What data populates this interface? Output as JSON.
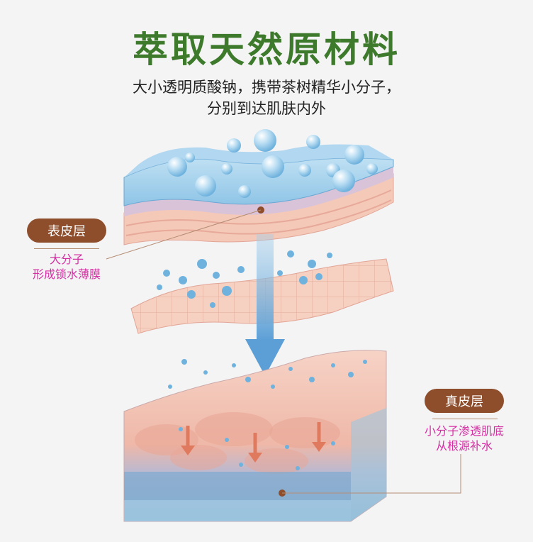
{
  "title": "萃取天然原材料",
  "subtitle": {
    "line1": "大小透明质酸钠，携带茶树精华小分子，",
    "line2": "分别到达肌肤内外"
  },
  "epidermis": {
    "label": "表皮层",
    "note_line1": "大分子",
    "note_line2": "形成锁水薄膜"
  },
  "dermis": {
    "label": "真皮层",
    "note_line1": "小分子渗透肌底",
    "note_line2": "从根源补水"
  },
  "colors": {
    "title_green": "#3d7a2b",
    "label_brown": "#8e4e2c",
    "note_pink": "#d52ea3",
    "water_blue": "#8fc6e6",
    "skin_pink": "#f3c4b2"
  }
}
